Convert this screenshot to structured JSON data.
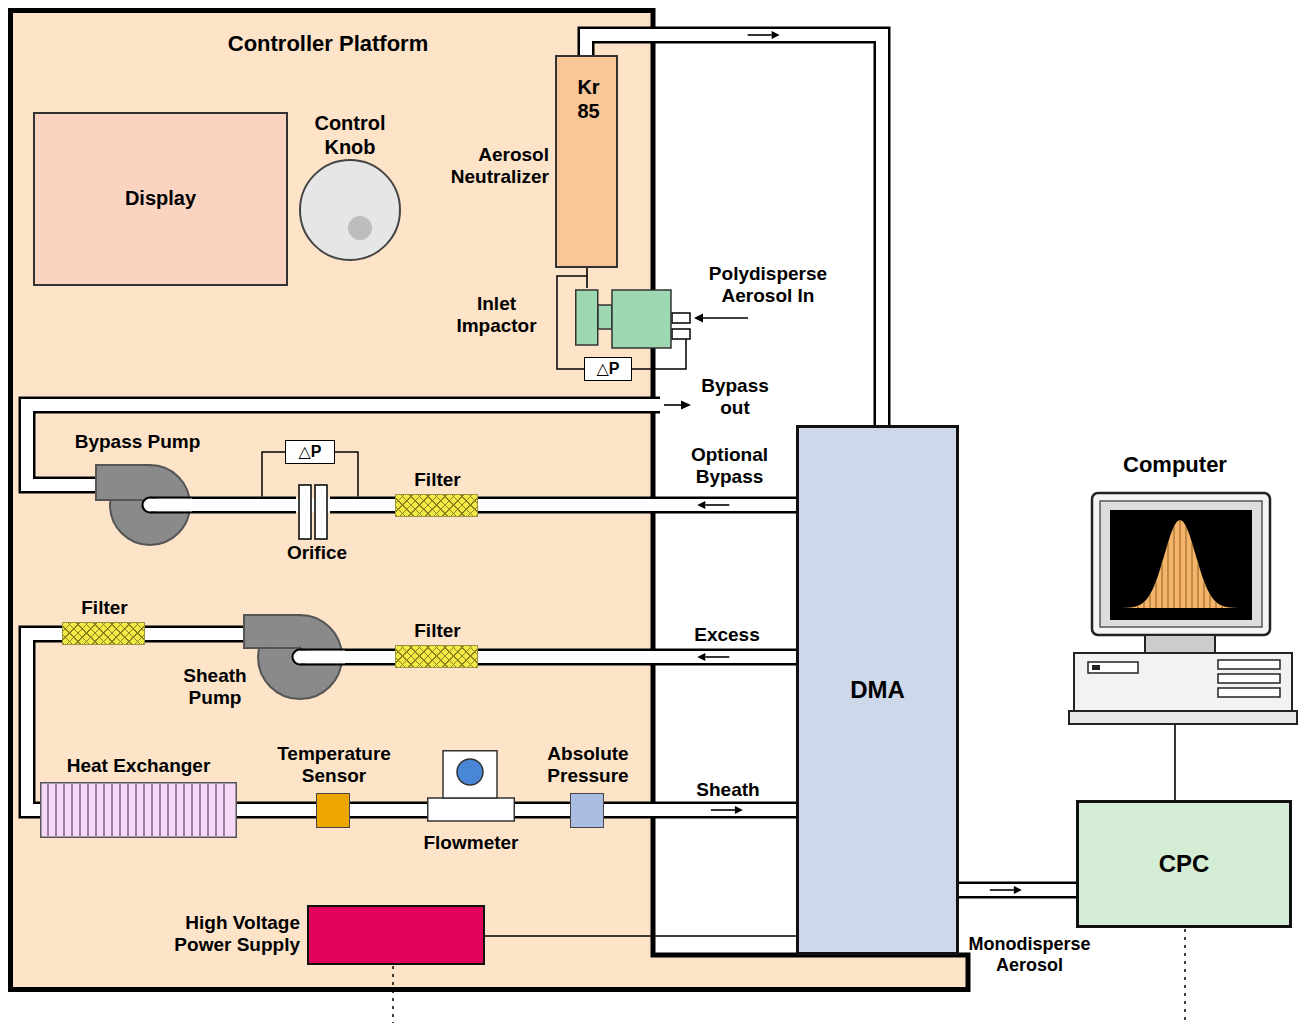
{
  "diagram": {
    "nodes": [
      {
        "text": [
          "Controller Platform"
        ]
      },
      {
        "text": [
          "Display"
        ],
        "in": 0
      },
      {
        "text": [
          "Control Knob"
        ],
        "in": 0
      },
      {
        "text": [
          "Kr 85",
          "Aerosol Neutralizer"
        ],
        "in": 0
      },
      {
        "text": [
          "Inlet Impactor"
        ],
        "in": 0
      },
      {
        "text": [
          "△P"
        ],
        "in": 0
      },
      {
        "text": [
          "Bypass Pump"
        ],
        "in": 0
      },
      {
        "text": [
          "△P"
        ],
        "in": 0
      },
      {
        "text": [
          "Orifice"
        ],
        "in": 0
      },
      {
        "text": [
          "Filter"
        ],
        "in": 0
      },
      {
        "text": [
          "Filter"
        ],
        "in": 0
      },
      {
        "text": [
          "Sheath Pump"
        ],
        "in": 0
      },
      {
        "text": [
          "Filter"
        ],
        "in": 0
      },
      {
        "text": [
          "Heat Exchanger"
        ],
        "in": 0
      },
      {
        "text": [
          "Temperature Sensor"
        ],
        "in": 0
      },
      {
        "text": [
          "Flowmeter"
        ],
        "in": 0
      },
      {
        "text": [
          "Absolute Pressure"
        ],
        "in": 0
      },
      {
        "text": [
          "High Voltage Power Supply"
        ],
        "in": 0
      },
      {
        "text": [
          "DMA"
        ]
      },
      {
        "text": [
          "Computer"
        ]
      },
      {
        "text": [
          "CPC"
        ]
      }
    ],
    "edges": [
      {
        "from": 4,
        "to": 3,
        "arrow": "none"
      },
      {
        "from": 3,
        "to": 18,
        "arrow": "to"
      },
      {
        "from": 18,
        "to": 9,
        "label": "Optional Bypass",
        "arrow": "to"
      },
      {
        "from": 9,
        "to": 8,
        "arrow": "none"
      },
      {
        "from": 8,
        "to": 6,
        "arrow": "none"
      },
      {
        "from": 18,
        "to": 12,
        "label": "Excess",
        "arrow": "to"
      },
      {
        "from": 12,
        "to": 11,
        "arrow": "none"
      },
      {
        "from": 11,
        "to": 10,
        "arrow": "none"
      },
      {
        "from": 10,
        "to": 13,
        "arrow": "none"
      },
      {
        "from": 13,
        "to": 14,
        "arrow": "none"
      },
      {
        "from": 14,
        "to": 15,
        "arrow": "none"
      },
      {
        "from": 15,
        "to": 16,
        "arrow": "none"
      },
      {
        "from": 16,
        "to": 18,
        "label": "Sheath",
        "arrow": "to"
      },
      {
        "from": 17,
        "to": 18,
        "arrow": "none"
      },
      {
        "from": 18,
        "to": 20,
        "label": "Monodisperse Aerosol",
        "arrow": "to"
      },
      {
        "from": 19,
        "to": 20,
        "arrow": "none"
      }
    ],
    "labels": [
      "Polydisperse Aerosol In",
      "Bypass out"
    ]
  }
}
